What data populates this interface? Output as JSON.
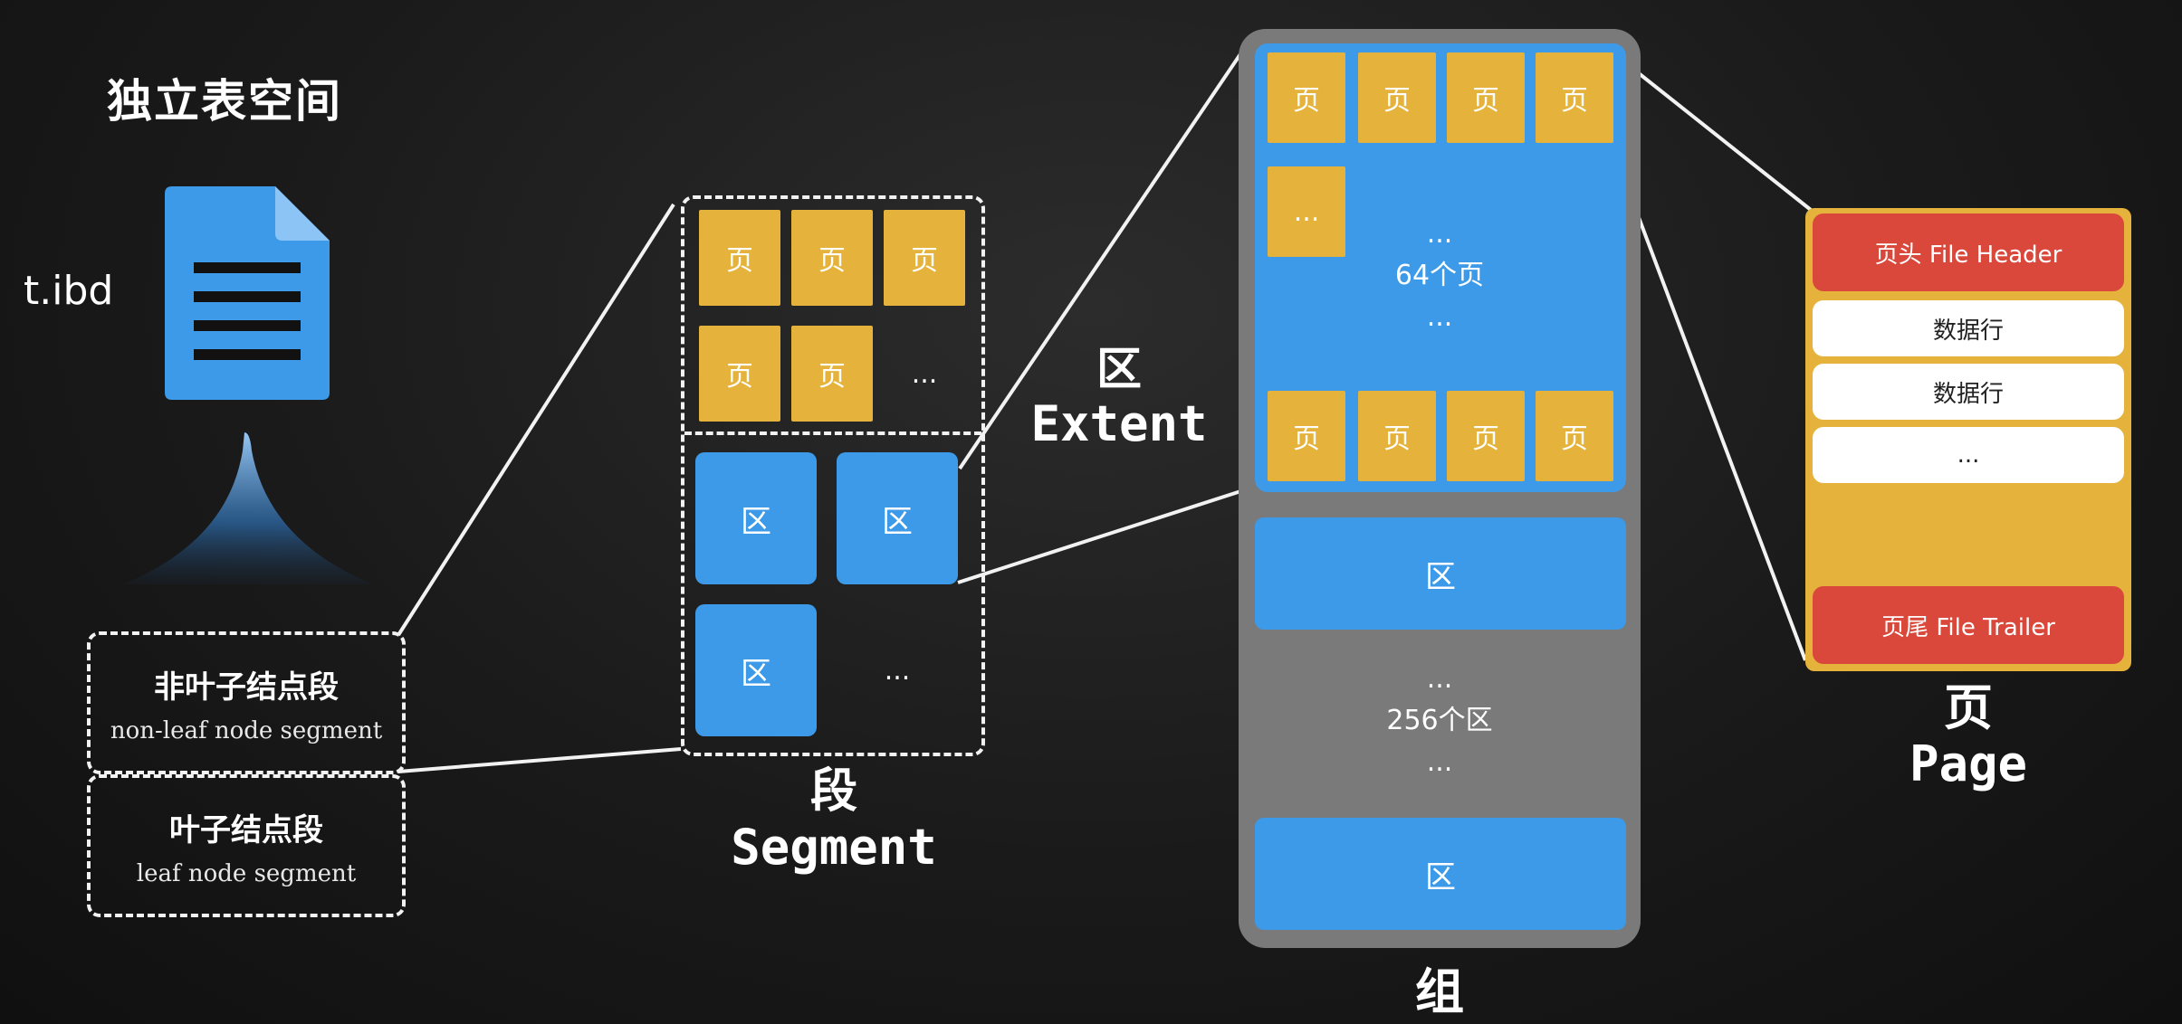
{
  "heading": "独立表空间",
  "file": {
    "name": "t.ibd",
    "icon": "document-icon"
  },
  "segments": [
    {
      "title": "非叶子结点段",
      "subtitle": "non-leaf node segment"
    },
    {
      "title": "叶子结点段",
      "subtitle": "leaf node segment"
    }
  ],
  "segment_box": {
    "page_label": "页",
    "page_ellipsis": "...",
    "extent_label": "区",
    "extent_ellipsis": "..."
  },
  "labels": {
    "segment_cn": "段",
    "segment_en": "Segment",
    "extent_cn": "区",
    "extent_en": "Extent",
    "group_cn": "组",
    "page_cn": "页",
    "page_en": "Page"
  },
  "group": {
    "page_label": "页",
    "page_ellipsis": "...",
    "pages_dots_top": "...",
    "pages_count": "64个页",
    "pages_dots_bottom": "...",
    "extent_label": "区",
    "extents_dots_top": "...",
    "extents_count": "256个区",
    "extents_dots_bottom": "..."
  },
  "page_struct": {
    "header": "页头 File Header",
    "row1": "数据行",
    "row2": "数据行",
    "row3": "...",
    "trailer": "页尾 File Trailer"
  },
  "colors": {
    "page": "#e5b33b",
    "extent": "#3d9ae8",
    "group": "#7a7a7a",
    "header": "#d9483b"
  }
}
